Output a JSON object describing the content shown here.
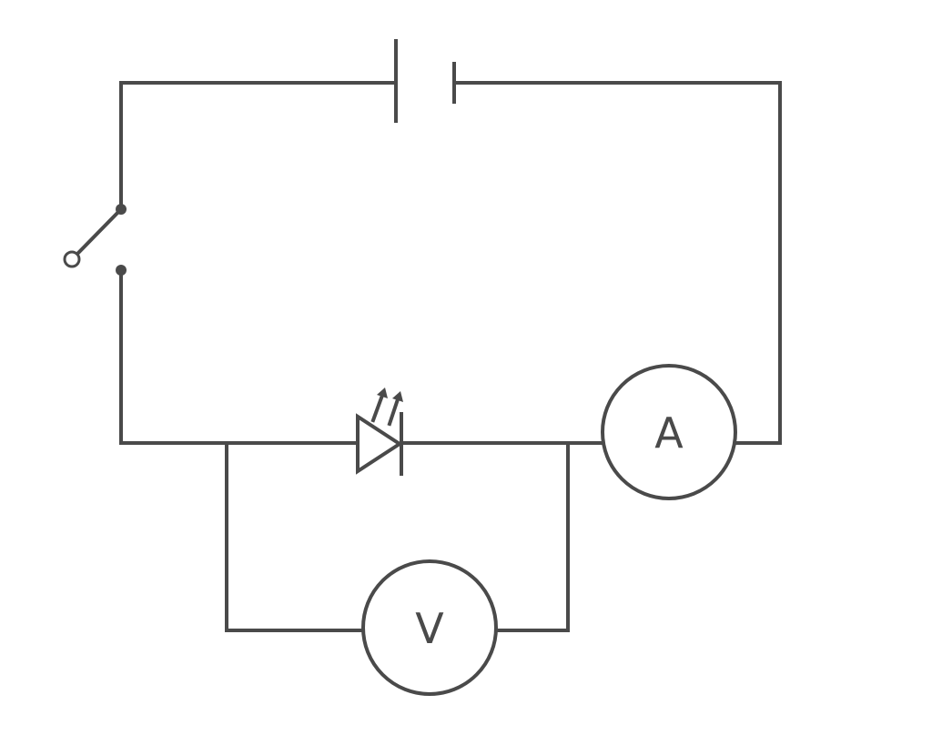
{
  "colors": {
    "line": "#4a4a4a",
    "background": "#ffffff"
  },
  "components": {
    "battery": {
      "icon": "battery-cell-icon"
    },
    "switch": {
      "icon": "open-switch-icon",
      "state": "open"
    },
    "led": {
      "icon": "light-emitting-diode-icon"
    },
    "ammeter": {
      "icon": "ammeter-icon",
      "label": "A"
    },
    "voltmeter": {
      "icon": "voltmeter-icon",
      "label": "V"
    }
  }
}
